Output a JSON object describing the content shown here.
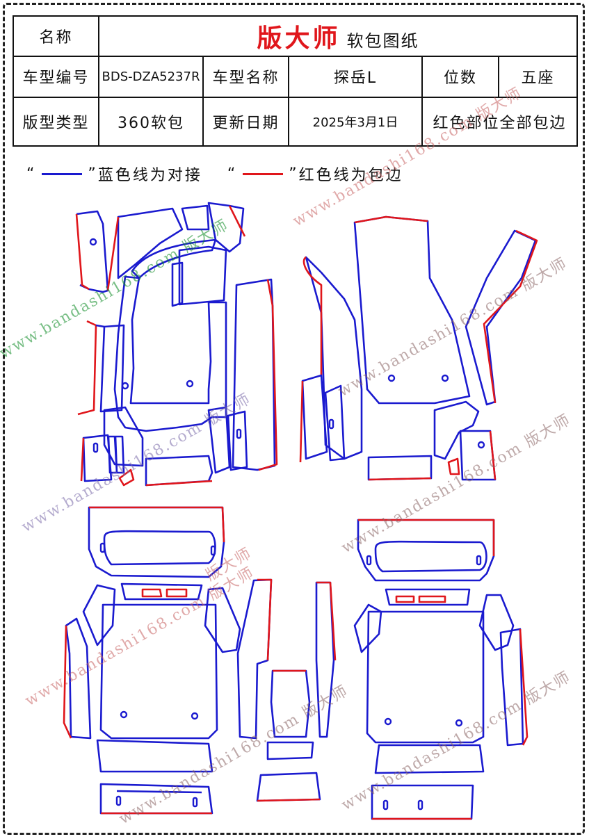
{
  "header": {
    "name_label": "名称",
    "brand": "版大师",
    "doc_title": "软包图纸",
    "model_code_label": "车型编号",
    "model_code": "BDS-DZA5237R",
    "model_name_label": "车型名称",
    "model_name": "探岳L",
    "seats_label": "位数",
    "seats": "五座",
    "pattern_type_label": "版型类型",
    "pattern_type": "360软包",
    "update_date_label": "更新日期",
    "update_date": "2025年3月1日",
    "note": "红色部位全部包边"
  },
  "legend": {
    "blue_text": "蓝色线为对接",
    "red_text": "红色线为包边",
    "quote_open": "“",
    "quote_close": "”",
    "blue_color": "#1a1acf",
    "red_color": "#e0161b"
  },
  "watermark": {
    "text": "www.bandashi168.com 版大师",
    "short": "版大师"
  }
}
